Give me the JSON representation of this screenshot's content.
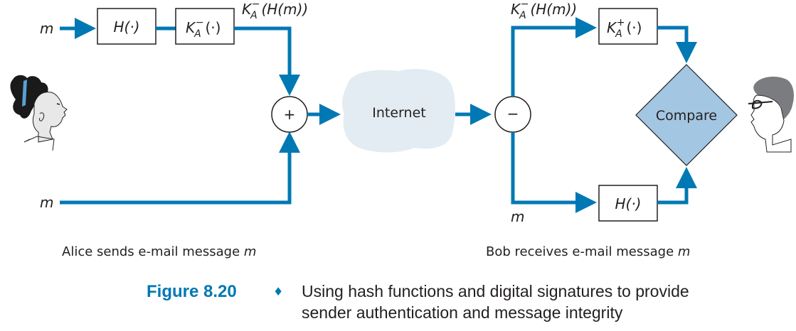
{
  "colors": {
    "arrow": "#0078b4",
    "cloud": "#e3ecf2",
    "compare_fill": "#a3c6e2",
    "text": "#231f20",
    "figure_label": "#0078b4"
  },
  "sender": {
    "input_top": "m",
    "input_bottom": "m",
    "hash_box": "H(·)",
    "sign_box": {
      "base": "K",
      "sub": "A",
      "sup": "−",
      "tail": "(·)"
    },
    "signed_label": {
      "base": "K",
      "sub": "A",
      "sup": "−",
      "tail": "(H(m))"
    },
    "combiner_symbol": "+",
    "caption_text": "Alice sends e-mail message ",
    "caption_var": "m",
    "person_icon": "alice-portrait"
  },
  "network": {
    "label": "Internet",
    "icon": "cloud"
  },
  "receiver": {
    "splitter_symbol": "−",
    "signed_label": {
      "base": "K",
      "sub": "A",
      "sup": "−",
      "tail": "(H(m))"
    },
    "verify_box": {
      "base": "K",
      "sub": "A",
      "sup": "+",
      "tail": "(·)"
    },
    "hash_box": "H(·)",
    "message_label": "m",
    "compare_label": "Compare",
    "caption_text": "Bob receives e-mail message ",
    "caption_var": "m",
    "person_icon": "bob-portrait"
  },
  "figure": {
    "number": "Figure 8.20",
    "separator": "♦",
    "caption_line1": "Using hash functions and digital signatures to provide",
    "caption_line2": "sender authentication and message integrity"
  }
}
